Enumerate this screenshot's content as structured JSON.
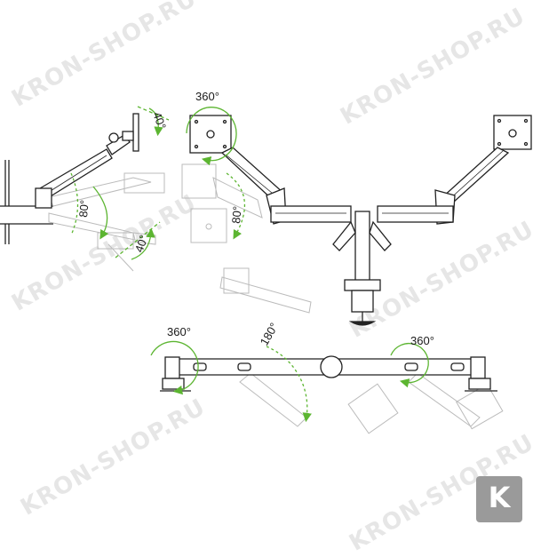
{
  "angles": {
    "side_tilt_top": "40°",
    "side_swing": "80°",
    "side_tilt_bottom": "40°",
    "front_left_rotate": "360°",
    "front_left_swing": "80°",
    "top_left_rotate": "360°",
    "top_center_swivel": "180°",
    "top_right_rotate": "360°"
  },
  "watermark_text": "KRON-SHOP.RU",
  "badge_letter": "K",
  "colors": {
    "line": "#222222",
    "ghost": "#bdbdbd",
    "accent": "#5cb531"
  }
}
